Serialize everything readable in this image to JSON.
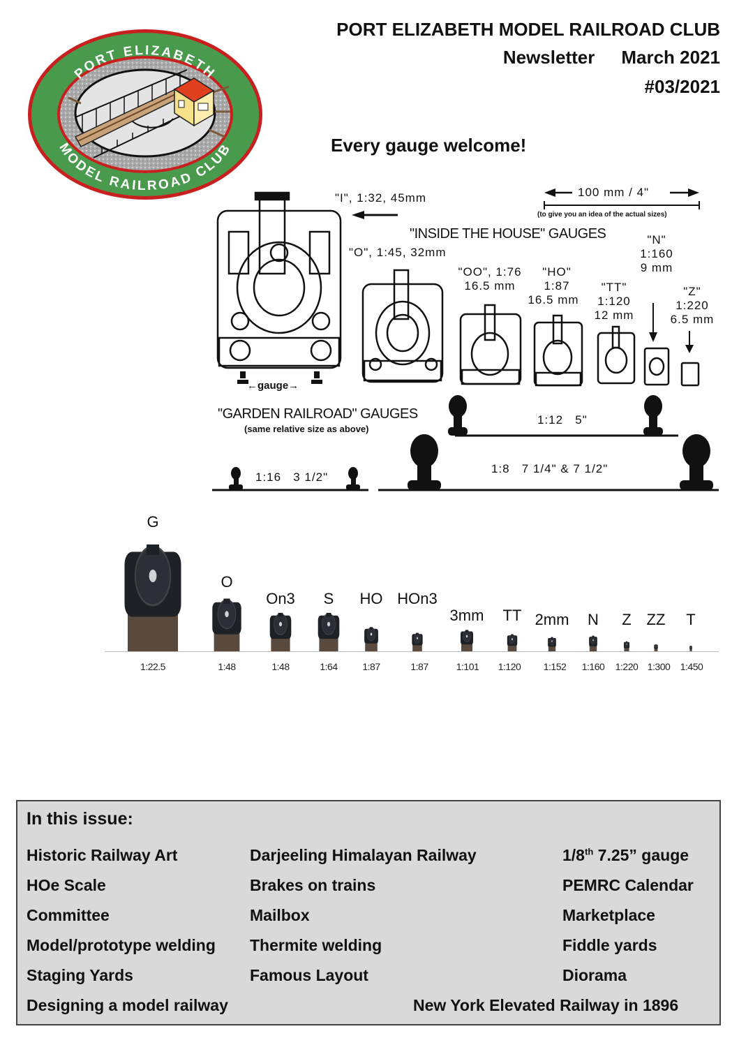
{
  "header": {
    "club_name": "PORT ELIZABETH MODEL RAILROAD CLUB",
    "publication": "Newsletter",
    "date": "March 2021",
    "issue_number": "#03/2021",
    "tagline": "Every gauge welcome!"
  },
  "logo": {
    "top_text": "PORT ELIZABETH",
    "bottom_text": "MODEL RAILROAD CLUB",
    "colors": {
      "ring": "#4a9a4e",
      "border": "#c8201f",
      "roof": "#e0401e",
      "house": "#f6e08a"
    }
  },
  "gauge_diagram": {
    "scale_bar": {
      "label": "100 mm / 4\"",
      "note": "(to give you an idea of the actual sizes)"
    },
    "inside_heading": "\"INSIDE THE HOUSE\" GAUGES",
    "garden_heading": "\"GARDEN RAILROAD\" GAUGES",
    "garden_subheading": "(same relative size as above)",
    "gauge_marker": "←gauge→",
    "inside_gauges": [
      {
        "name": "\"I\", 1:32, 45mm"
      },
      {
        "name": "\"O\", 1:45, 32mm"
      },
      {
        "name": "\"OO\", 1:76",
        "gauge": "16.5 mm"
      },
      {
        "name": "\"HO\"",
        "scale": "1:87",
        "gauge": "16.5 mm"
      },
      {
        "name": "\"TT\"",
        "scale": "1:120",
        "gauge": "12 mm"
      },
      {
        "name": "\"N\"",
        "scale": "1:160",
        "gauge": "9 mm"
      },
      {
        "name": "\"Z\"",
        "scale": "1:220",
        "gauge": "6.5 mm"
      }
    ],
    "garden_gauges": [
      {
        "label": "1:12   5\""
      },
      {
        "label": "1:16   3 1/2\""
      },
      {
        "label": "1:8   7 1/4\" & 7 1/2\""
      }
    ]
  },
  "scale_comparison": [
    {
      "name": "G",
      "ratio": "1:22.5"
    },
    {
      "name": "O",
      "ratio": "1:48"
    },
    {
      "name": "On3",
      "ratio": "1:48"
    },
    {
      "name": "S",
      "ratio": "1:64"
    },
    {
      "name": "HO",
      "ratio": "1:87"
    },
    {
      "name": "HOn3",
      "ratio": "1:87"
    },
    {
      "name": "3mm",
      "ratio": "1:101"
    },
    {
      "name": "TT",
      "ratio": "1:120"
    },
    {
      "name": "2mm",
      "ratio": "1:152"
    },
    {
      "name": "N",
      "ratio": "1:160"
    },
    {
      "name": "Z",
      "ratio": "1:220"
    },
    {
      "name": "ZZ",
      "ratio": "1:300"
    },
    {
      "name": "T",
      "ratio": "1:450"
    }
  ],
  "in_this_issue": {
    "title": "In this issue:",
    "col1": [
      "Historic Railway Art",
      "HOe Scale",
      "Committee",
      "Model/prototype welding",
      "Staging Yards",
      "Designing a model railway"
    ],
    "col2": [
      "Darjeeling Himalayan Railway",
      "Brakes on trains",
      "Mailbox",
      "Thermite welding",
      "Famous Layout"
    ],
    "col3": [
      {
        "pre": "1/8",
        "sup": "th",
        "post": " 7.25” gauge"
      },
      "PEMRC Calendar",
      "Marketplace",
      "Fiddle yards",
      "Diorama"
    ],
    "wide_item": "New York Elevated Railway in 1896"
  }
}
